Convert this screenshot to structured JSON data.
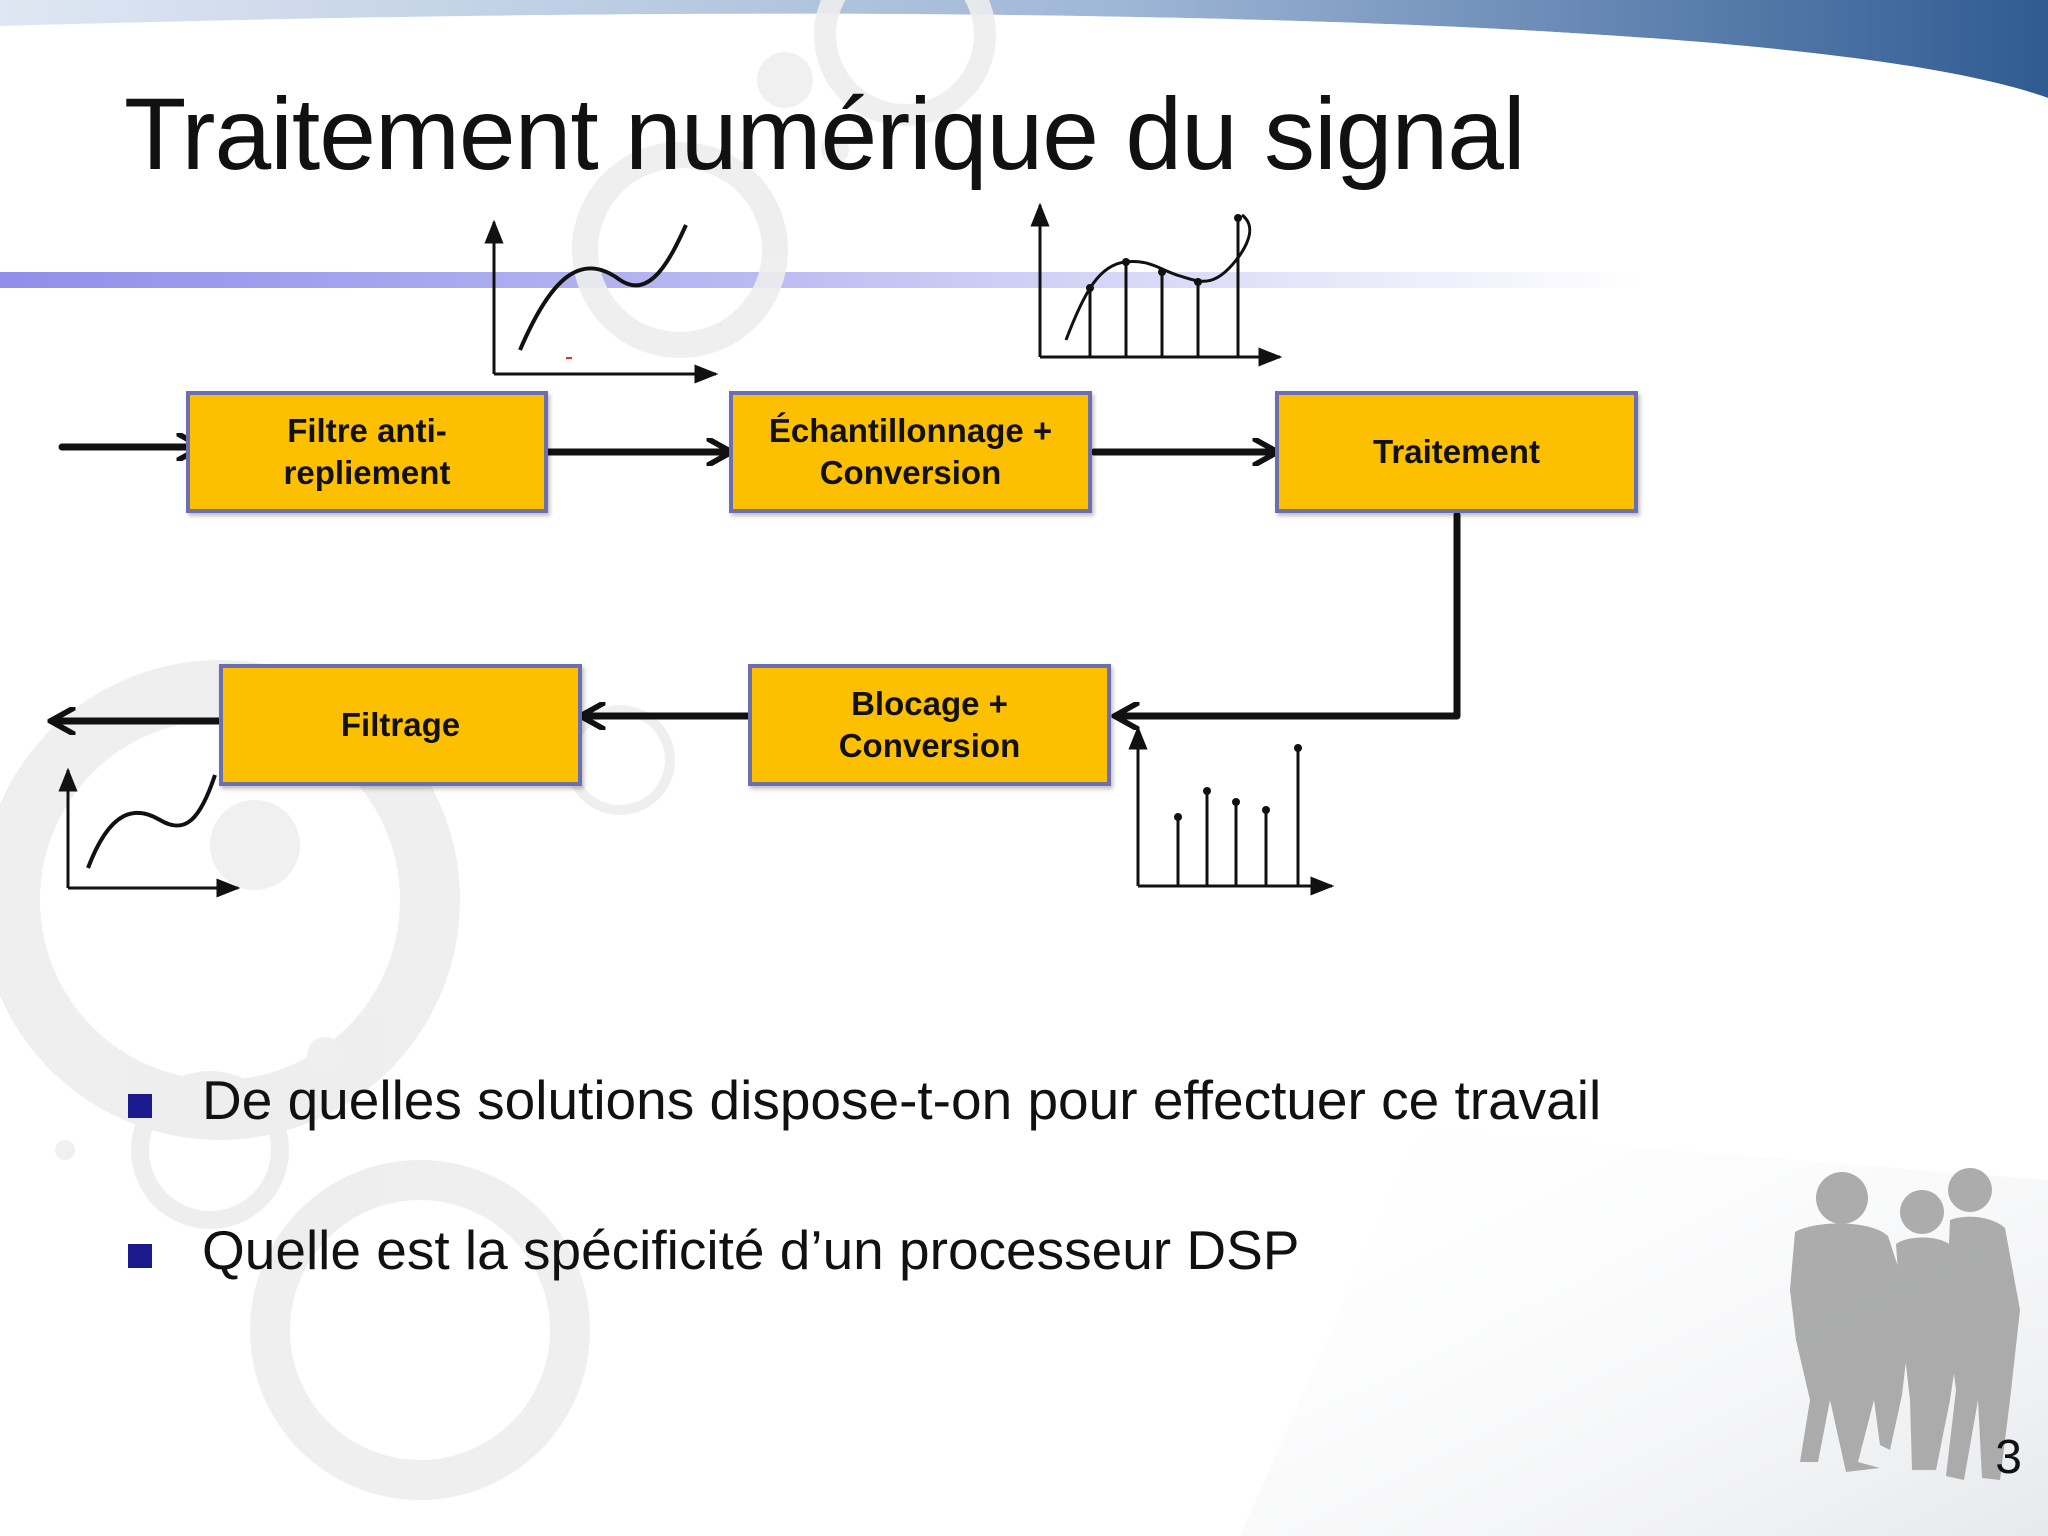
{
  "slide": {
    "title": "Traitement numérique du signal",
    "number": "3"
  },
  "colors": {
    "block_fill": "#FDC000",
    "block_border": "#6B6FB0",
    "bullet": "#1A1A8C",
    "arrow": "#111111",
    "title_bar": "#8F8FEA",
    "silhouettes": "#A8A8A8"
  },
  "blocks": {
    "antialias": "Filtre anti-\nrepliement",
    "sampling": "Échantillonnage +\nConversion",
    "processing": "Traitement",
    "hold": "Blocage +\nConversion",
    "filtering": "Filtrage"
  },
  "bullets": [
    "De quelles solutions dispose-t-on pour effectuer ce travail",
    "Quelle est la spécificité d’un processeur DSP"
  ]
}
